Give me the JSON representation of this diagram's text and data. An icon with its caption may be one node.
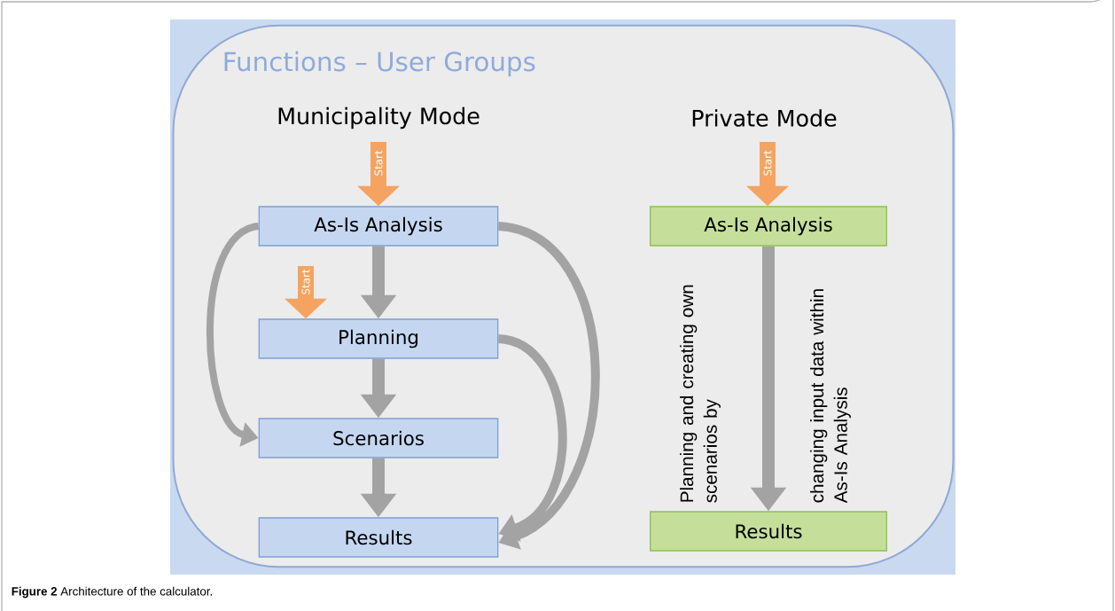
{
  "diagram": {
    "caption": "**Figure 2** Architecture of the calculator.",
    "nodes": [
      {
        "text": [
          "Functions – User Groups"
        ]
      },
      {
        "text": [
          "As-Is Analysis"
        ],
        "in": 0
      },
      {
        "text": [
          "Planning"
        ],
        "in": 0
      },
      {
        "text": [
          "Scenarios"
        ],
        "in": 0
      },
      {
        "text": [
          "Results"
        ],
        "in": 0
      },
      {
        "text": [
          "As-Is Analysis"
        ],
        "in": 0
      },
      {
        "text": [
          "Results"
        ],
        "in": 0
      }
    ],
    "edges": [
      {
        "from": null,
        "to": 1,
        "arrow": "to",
        "label": "Start",
        "color": "#f4a460"
      },
      {
        "from": null,
        "to": 2,
        "arrow": "to",
        "label": "Start",
        "color": "#f4a460"
      },
      {
        "from": null,
        "to": 5,
        "arrow": "to",
        "label": "Start",
        "color": "#f4a460"
      },
      {
        "from": 1,
        "to": 2,
        "arrow": "to"
      },
      {
        "from": 2,
        "to": 3,
        "arrow": "to"
      },
      {
        "from": 3,
        "to": 4,
        "arrow": "to"
      },
      {
        "from": 1,
        "to": 3,
        "arrow": "to"
      },
      {
        "from": 1,
        "to": 4,
        "arrow": "to"
      },
      {
        "from": 2,
        "to": 4,
        "arrow": "to"
      },
      {
        "from": 5,
        "to": 6,
        "arrow": "to"
      }
    ],
    "labels": [
      "Municipality Mode",
      "Private Mode",
      "Planning and creating own scenarios by",
      "changing input data within As-Is Analysis"
    ]
  }
}
